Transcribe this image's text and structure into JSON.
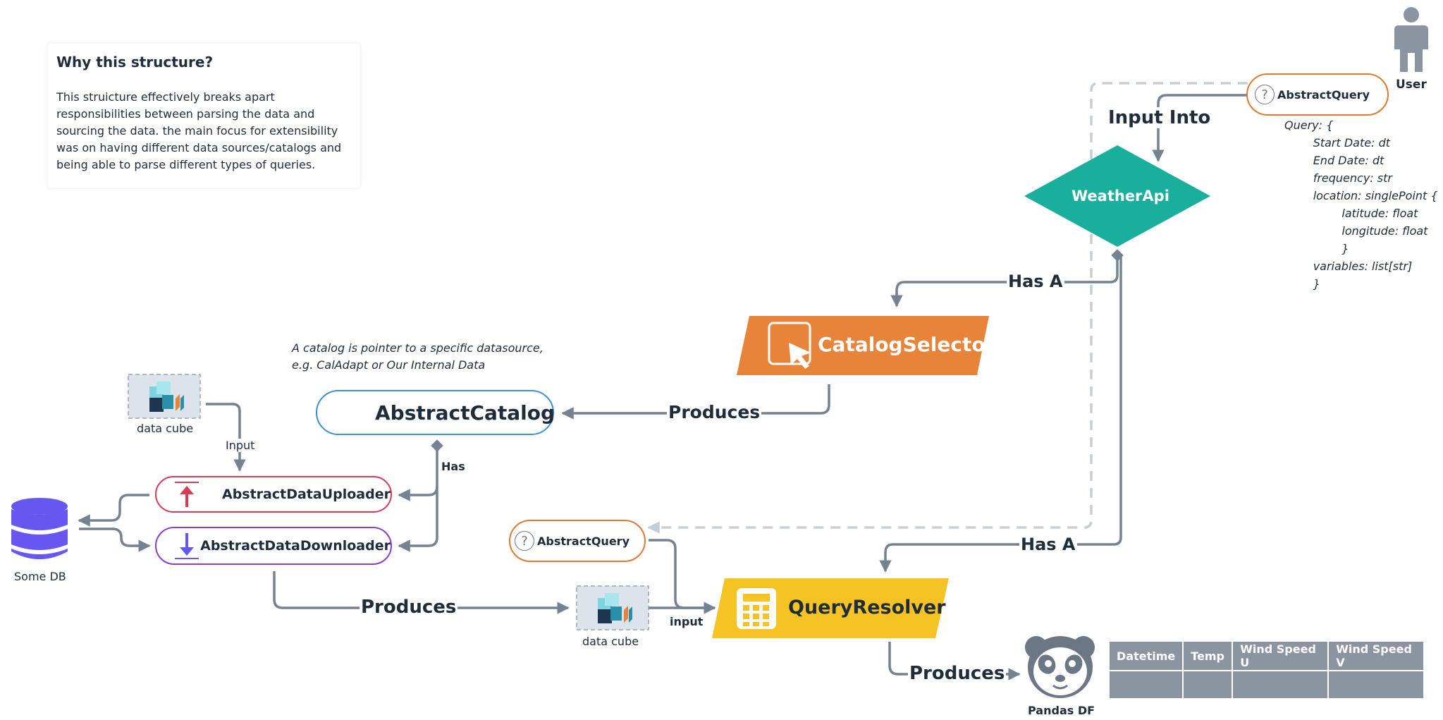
{
  "note": {
    "title": "Why this structure?",
    "body": "This struicture effectively breaks apart responsibilities between parsing the data and sourcing the data. the main focus for extensibility was on having different data sources/catalogs and being able to parse different types of queries."
  },
  "user": {
    "label": "User"
  },
  "weather_api": {
    "label": "WeatherApi"
  },
  "abstract_query_top": {
    "label": "AbstractQuery"
  },
  "abstract_query_mid": {
    "label": "AbstractQuery"
  },
  "query_code": "Query: {\n        Start Date: dt\n        End Date: dt\n        frequency: str\n        location: singlePoint {\n                latitude: float\n                longitude: float\n                }\n        variables: list[str]\n        }",
  "catalog_selector": {
    "label": "CatalogSelector"
  },
  "abstract_catalog": {
    "label": "AbstractCatalog"
  },
  "catalog_note": {
    "line1": "A catalog is pointer to a specific datasource,",
    "line2": "e.g. CalAdapt or Our Internal Data"
  },
  "uploader": {
    "label": "AbstractDataUploader"
  },
  "downloader": {
    "label": "AbstractDataDownloader"
  },
  "some_db": {
    "label": "Some DB"
  },
  "data_cube_top": {
    "label": "data cube"
  },
  "data_cube_mid": {
    "label": "data cube"
  },
  "query_resolver": {
    "label": "QueryResolver"
  },
  "pandas_df": {
    "label": "Pandas DF"
  },
  "edges": {
    "input_into": "Input Into",
    "has_a_top": "Has A",
    "has_a_bottom": "Has A",
    "produces_catalog": "Produces",
    "produces_cube": "Produces",
    "produces_df": "Produces",
    "has": "Has",
    "input_upload": "Input",
    "input_resolver": "input"
  },
  "df_table": {
    "headers": [
      "Datetime",
      "Temp",
      "Wind Speed U",
      "Wind Speed V"
    ]
  },
  "colors": {
    "line": "#758291",
    "dashed": "#c5ced8",
    "weather_api": "#1aaf9c",
    "catalog_selector": "#e8833a",
    "query_resolver": "#f6c325",
    "catalog_border": "#3a8fd8",
    "uploader_border": "#d63b57",
    "downloader_border": "#8a3ed0",
    "query_border": "#e07a2e",
    "db": "#6557ef"
  }
}
